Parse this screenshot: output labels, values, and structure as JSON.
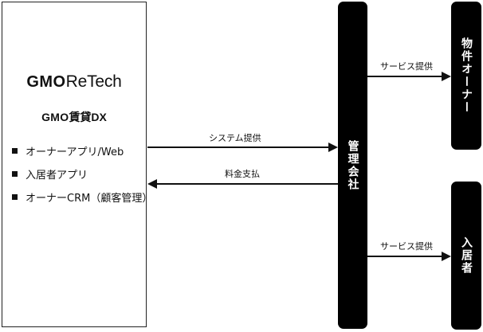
{
  "company": {
    "logo_gmo": "GMO",
    "logo_name": "ReTech",
    "sublogo_gmo": "GMO",
    "sublogo_name": "賃貸DX",
    "services": [
      "オーナーアプリ/Web",
      "入居者アプリ",
      "オーナーCRM（顧客管理）"
    ]
  },
  "management": {
    "label": "管理会社"
  },
  "owner": {
    "label": "物件オーナー"
  },
  "resident": {
    "label": "入居者"
  },
  "flows": {
    "system": "システム提供",
    "payment": "料金支払",
    "service_owner": "サービス提供",
    "service_resident": "サービス提供"
  }
}
